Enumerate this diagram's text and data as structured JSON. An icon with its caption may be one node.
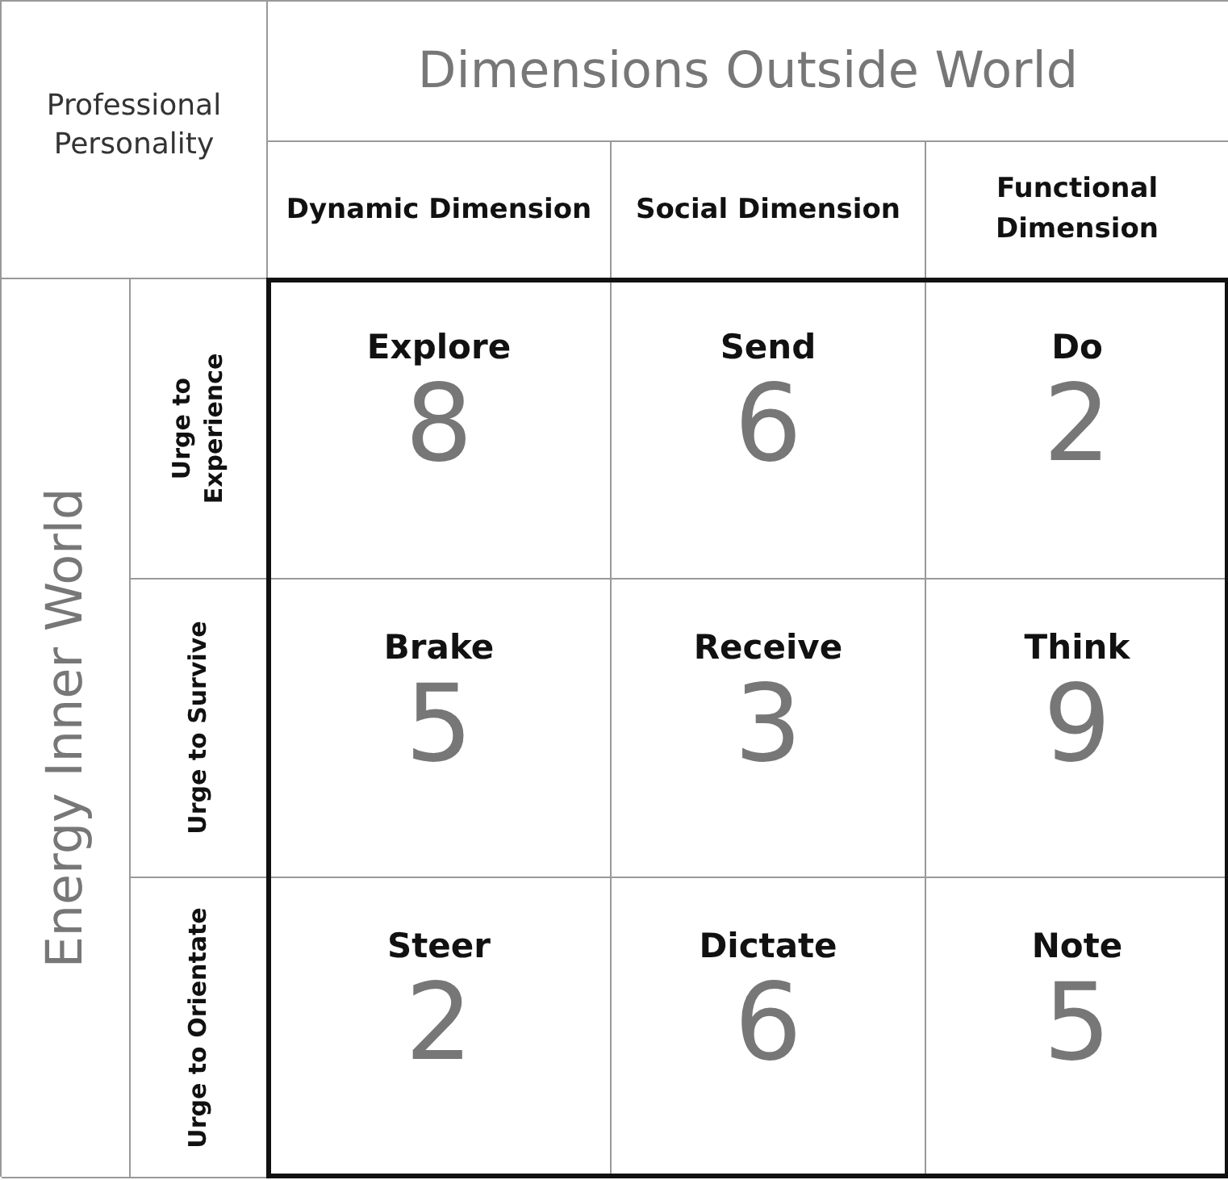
{
  "diagram": {
    "labels": [
      "Professional Personality",
      "Dimensions Outside World",
      "Dynamic Dimension",
      "Social Dimension",
      "Functional Dimension",
      "Energy Inner World",
      "Urge to Experience",
      "Explore",
      "8",
      "Send",
      "6",
      "Do",
      "2",
      "Urge to Survive",
      "Brake",
      "5",
      "Receive",
      "3",
      "Think",
      "9",
      "Urge to Orientate",
      "Steer",
      "2",
      "Dictate",
      "6",
      "Note",
      "5"
    ]
  }
}
